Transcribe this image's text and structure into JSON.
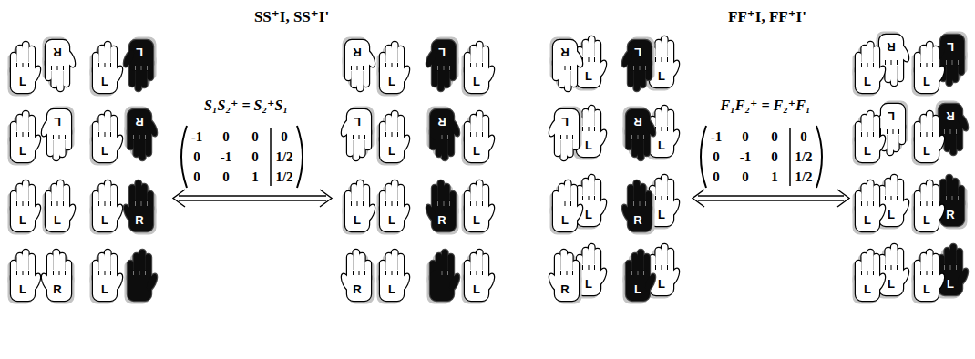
{
  "diagram": {
    "labels": [
      "SS⁺I, SS⁺I'",
      "FF⁺I, FF⁺I'",
      "S₁S₂⁺ = S₂⁺S₁",
      "-1",
      "0",
      "0",
      "0",
      "0",
      "-1",
      "0",
      "1/2",
      "0",
      "0",
      "1",
      "1/2",
      "F₁F₂⁺ = F₂⁺F₁",
      "-1",
      "0",
      "0",
      "0",
      "0",
      "-1",
      "0",
      "1/2",
      "0",
      "0",
      "1",
      "1/2",
      "L",
      "R",
      "L",
      "L",
      "R",
      "L",
      "L",
      "L",
      "L",
      "L",
      "L",
      "R",
      "L",
      "L",
      "R",
      "L",
      "L",
      "L",
      "L",
      "R",
      "L",
      "L",
      "R",
      "L",
      "L",
      "R",
      "L",
      "R",
      "L",
      "L",
      "R",
      "L",
      "L",
      "L",
      "L",
      "R",
      "L",
      "L",
      "L",
      "L",
      "R",
      "L",
      "L",
      "L",
      "L",
      "R",
      "L",
      "L",
      "R",
      "L",
      "L",
      "L",
      "L",
      "R",
      "R",
      "L",
      "L",
      "L",
      "L",
      "L",
      "L",
      "L"
    ]
  }
}
